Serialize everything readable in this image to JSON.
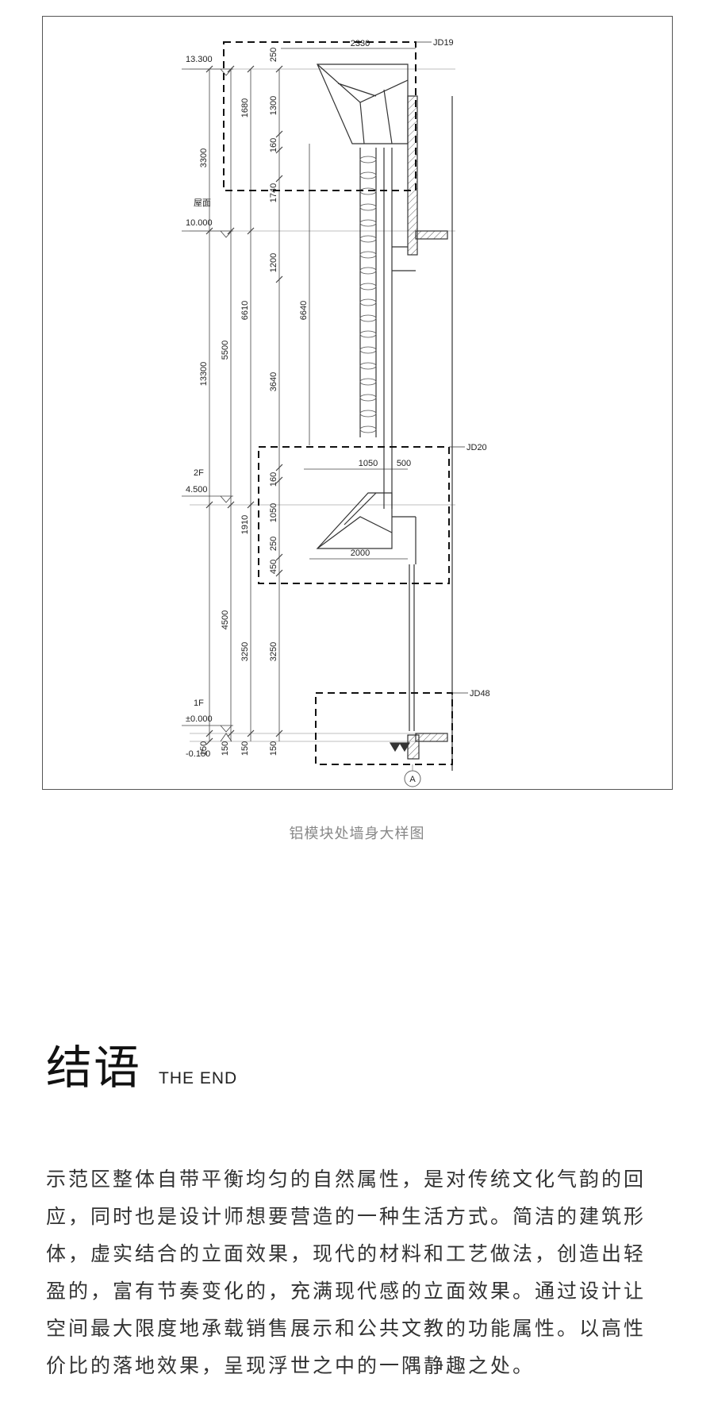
{
  "drawing": {
    "labels": {
      "jd19": "JD19",
      "jd20": "JD20",
      "jd48": "JD48",
      "grid_a": "A"
    },
    "levels": {
      "top": "13.300",
      "roof_name": "屋面",
      "roof": "10.000",
      "second_name": "2F",
      "second": "4.500",
      "first_name": "1F",
      "first": "±0.000",
      "ground": "-0.150"
    },
    "dims": {
      "d2330": "2330",
      "d250a": "250",
      "d1680": "1680",
      "d1300": "1300",
      "d160a": "160",
      "d3300": "3300",
      "d1740": "1740",
      "d1200": "1200",
      "d6610": "6610",
      "d6640": "6640",
      "d5500": "5500",
      "d13300": "13300",
      "d3640": "3640",
      "d1050a": "1050",
      "d500": "500",
      "d160b": "160",
      "d1050b": "1050",
      "d1910": "1910",
      "d250b": "250",
      "d450": "450",
      "d2000": "2000",
      "d4500": "4500",
      "d3250a": "3250",
      "d3250b": "3250",
      "d150a": "150",
      "d150b": "150",
      "d150c": "150",
      "d150d": "150"
    }
  },
  "caption": "铝模块处墙身大样图",
  "section": {
    "title_cn": "结语",
    "title_en": "THE END"
  },
  "body_lines": [
    "示范区整体自带平衡均匀的自然属性，是对传统文化气韵的回",
    "应，同时也是设计师想要营造的一种生活方式。简洁的建筑形",
    "体，虚实结合的立面效果，现代的材料和工艺做法，创造出轻",
    "盈的，富有节奏变化的，充满现代感的立面效果。通过设计让",
    "空间最大限度地承载销售展示和公共文教的功能属性。以高性",
    "价比的落地效果，呈现浮世之中的一隅静趣之处。"
  ]
}
